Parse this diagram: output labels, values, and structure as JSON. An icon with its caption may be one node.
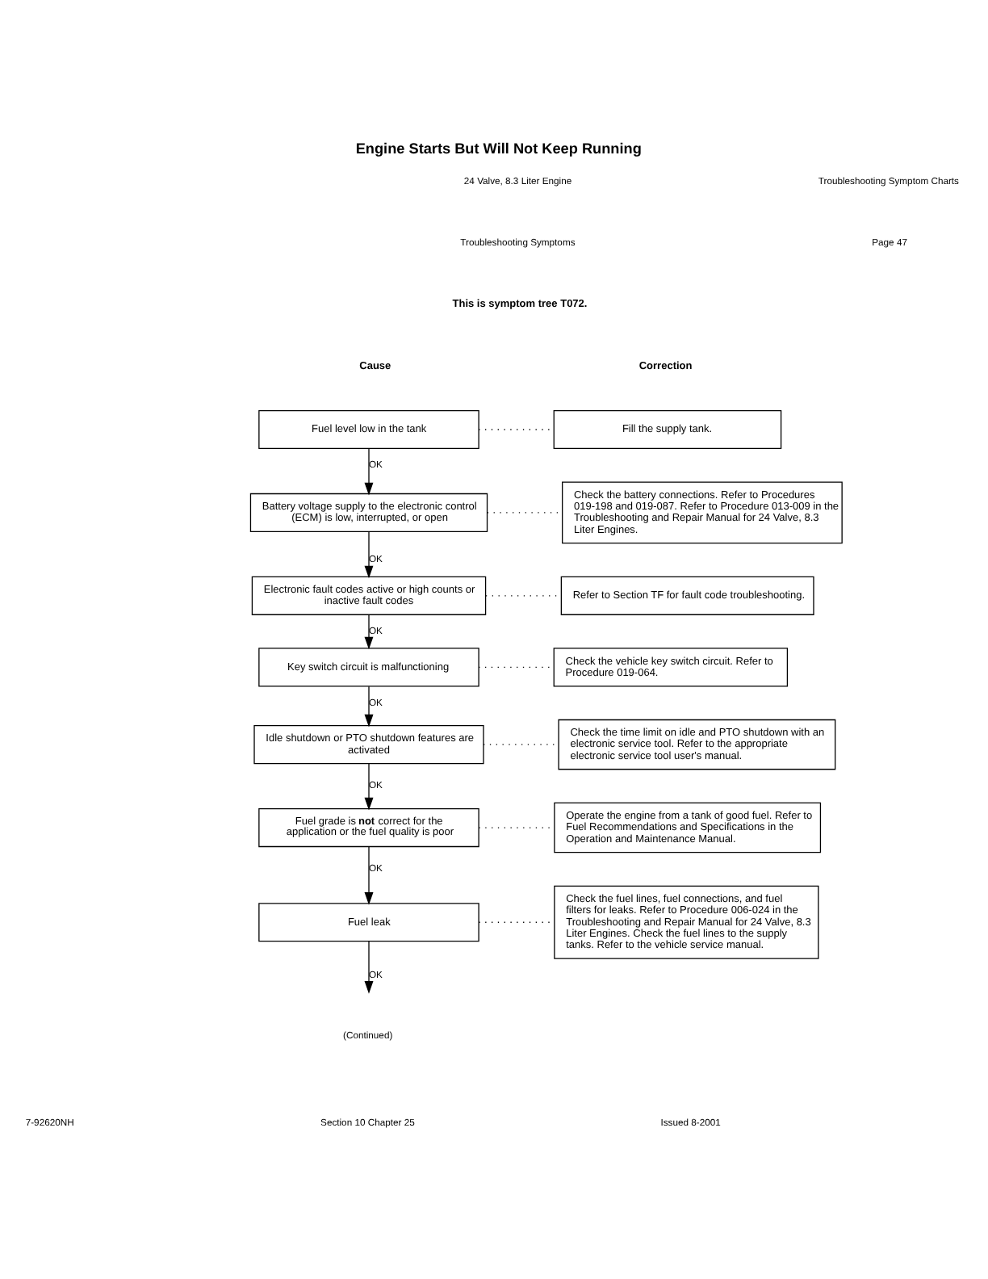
{
  "diagram": {
    "title": "Engine Starts But Will Not Keep Running",
    "nodes": [
      {
        "text": [
          "Fuel level low in the tank"
        ]
      },
      {
        "text": [
          "Fill the supply tank."
        ]
      },
      {
        "text": [
          "Battery voltage supply to the electronic control (ECM) is low, interrupted, or open"
        ]
      },
      {
        "text": [
          "Check the battery connections. Refer to Procedures 019-198 and 019-087. Refer to Procedure 013-009 in the Troubleshooting and Repair Manual for 24 Valve, 8.3 Liter Engines."
        ]
      },
      {
        "text": [
          "Electronic fault codes active or high counts or inactive fault codes"
        ]
      },
      {
        "text": [
          "Refer to Section TF for fault code troubleshooting."
        ]
      },
      {
        "text": [
          "Key switch circuit is malfunctioning"
        ]
      },
      {
        "text": [
          "Check the vehicle key switch circuit. Refer to Procedure 019-064."
        ]
      },
      {
        "text": [
          "Idle shutdown or PTO shutdown features are activated"
        ]
      },
      {
        "text": [
          "Check the time limit on idle and PTO shutdown with an electronic service tool. Refer to the appropriate electronic service tool user's manual."
        ]
      },
      {
        "text": [
          "Fuel grade is **not** correct for the application or the fuel quality is poor"
        ]
      },
      {
        "text": [
          "Operate the engine from a tank of good fuel. Refer to Fuel Recommendations and Specifications in the Operation and Maintenance Manual."
        ]
      },
      {
        "text": [
          "Fuel leak"
        ]
      },
      {
        "text": [
          "Check the fuel lines, fuel connections, and fuel filters for leaks. Refer to Procedure 006-024 in the Troubleshooting and Repair Manual for 24 Valve, 8.3 Liter Engines. Check the fuel lines to the supply tanks. Refer to the vehicle service manual."
        ]
      }
    ],
    "edges": [
      {
        "from": 0,
        "to": 1,
        "arrow": "none",
        "style": "dashed"
      },
      {
        "from": 0,
        "to": 2,
        "arrow": "to",
        "label": "OK"
      },
      {
        "from": 2,
        "to": 3,
        "arrow": "none",
        "style": "dashed"
      },
      {
        "from": 2,
        "to": 4,
        "arrow": "to",
        "label": "OK"
      },
      {
        "from": 4,
        "to": 5,
        "arrow": "none",
        "style": "dashed"
      },
      {
        "from": 4,
        "to": 6,
        "arrow": "to",
        "label": "OK"
      },
      {
        "from": 6,
        "to": 7,
        "arrow": "none",
        "style": "dashed"
      },
      {
        "from": 6,
        "to": 8,
        "arrow": "to",
        "label": "OK"
      },
      {
        "from": 8,
        "to": 9,
        "arrow": "none",
        "style": "dashed"
      },
      {
        "from": 8,
        "to": 10,
        "arrow": "to",
        "label": "OK"
      },
      {
        "from": 10,
        "to": 11,
        "arrow": "none",
        "style": "dashed"
      },
      {
        "from": 10,
        "to": 12,
        "arrow": "to",
        "label": "OK"
      },
      {
        "from": 12,
        "to": 13,
        "arrow": "none",
        "style": "dashed"
      },
      {
        "from": 12,
        "to": null,
        "arrow": "to",
        "label": "OK"
      }
    ],
    "labels": [
      "24 Valve, 8.3 Liter Engine",
      "Troubleshooting Symptoms",
      "Troubleshooting Symptom Charts",
      "Page 47",
      "This is symptom tree T072.",
      "Cause",
      "Correction",
      "(Continued)",
      "7-92620NH",
      "Section 10 Chapter 25",
      "Issued 8-2001"
    ]
  }
}
